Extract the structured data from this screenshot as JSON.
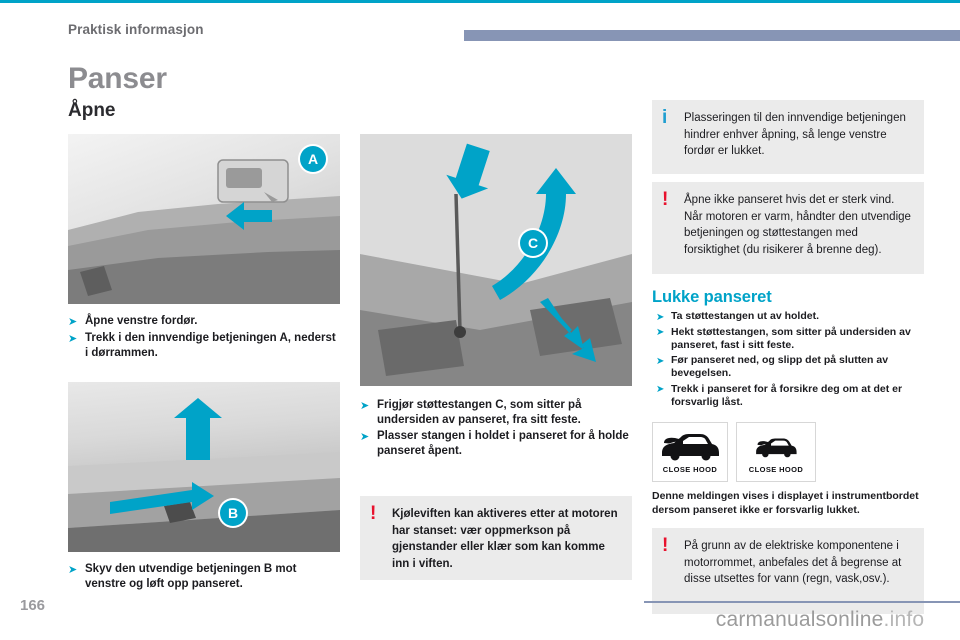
{
  "header": {
    "chapter": "Praktisk informasjon"
  },
  "title": "Panser",
  "subtitle": "Åpne",
  "figures": {
    "a": {
      "callout": "A"
    },
    "b": {
      "callout": "B"
    },
    "c": {
      "callout": "C"
    }
  },
  "bullets_open_1": [
    "Åpne venstre fordør.",
    "Trekk i den innvendige betjeningen A, nederst i dørrammen."
  ],
  "bullets_open_2": [
    "Skyv den utvendige betjeningen B mot venstre og løft opp panseret."
  ],
  "bullets_open_3": [
    "Frigjør støttestangen C, som sitter på undersiden av panseret, fra sitt feste.",
    "Plasser stangen i holdet i panseret for å holde panseret åpent."
  ],
  "notice_fan": {
    "mark": "!",
    "text": "Kjøleviften kan aktiveres etter at motoren har stanset: vær oppmerkson på gjenstander eller klær som kan komme inn i viften."
  },
  "notice_info": {
    "mark": "i",
    "text": "Plasseringen til den innvendige betjeningen hindrer enhver åpning, så lenge venstre fordør er lukket."
  },
  "notice_wind": {
    "mark": "!",
    "text": "Åpne ikke panseret hvis det er sterk vind. Når motoren er varm, håndter den utvendige betjeningen og støttestangen med forsiktighet (du risikerer å brenne deg)."
  },
  "close_section": {
    "heading": "Lukke panseret",
    "bullets": [
      "Ta støttestangen ut av holdet.",
      "Hekt støttestangen, som sitter på undersiden av panseret, fast i sitt feste.",
      "Før panseret ned, og slipp det på slutten av bevegelsen.",
      "Trekk i panseret for å forsikre deg om at det er forsvarlig låst."
    ],
    "tiles": [
      {
        "label": "CLOSE HOOD",
        "icon": "car-side-icon"
      },
      {
        "label": "CLOSE HOOD",
        "icon": "car-side-icon"
      }
    ],
    "caption": "Denne meldingen vises i displayet i instrumentbordet dersom panseret ikke er forsvarlig lukket."
  },
  "notice_water": {
    "mark": "!",
    "text": "På grunn av de elektriske komponentene i motorrommet, anbefales det å begrense at disse utsettes for vann (regn, vask,osv.)."
  },
  "footer": {
    "page_number": "166",
    "watermark_main": "carmanualsonline",
    "watermark_tld": ".info"
  },
  "colors": {
    "accent": "#00a3c8",
    "warning": "#e8112d",
    "info": "#1f9ed0",
    "header_bar": "#8795b5"
  }
}
